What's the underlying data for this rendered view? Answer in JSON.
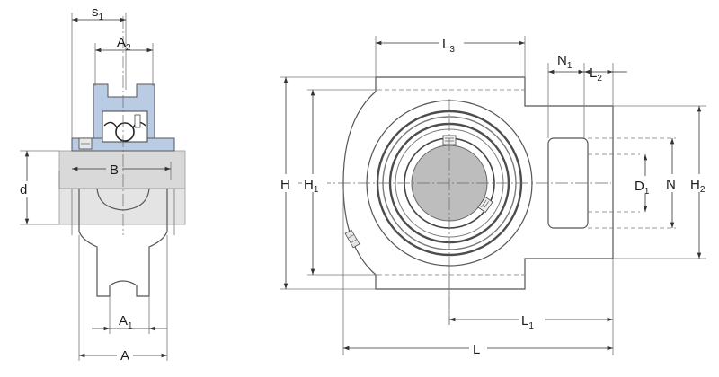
{
  "colors": {
    "shaft": "#d9d9d9",
    "shaft_edge": "#9a9a9a",
    "housing_blue": "#b9cce4",
    "ring_dark": "#4d4d4d",
    "ring_mid": "#7a7a7a",
    "bore_gray": "#bdbdbd",
    "line": "#555555"
  },
  "labels": {
    "s": "s",
    "s_sub": "1",
    "A2": "A",
    "A2_sub": "2",
    "B": "B",
    "d": "d",
    "A1": "A",
    "A1_sub": "1",
    "A": "A",
    "L3": "L",
    "L3_sub": "3",
    "N1": "N",
    "N1_sub": "1",
    "L2": "L",
    "L2_sub": "2",
    "H": "H",
    "H1": "H",
    "H1_sub": "1",
    "D1": "D",
    "D1_sub": "1",
    "N": "N",
    "H2": "H",
    "H2_sub": "2",
    "L1": "L",
    "L1_sub": "1",
    "L": "L"
  }
}
